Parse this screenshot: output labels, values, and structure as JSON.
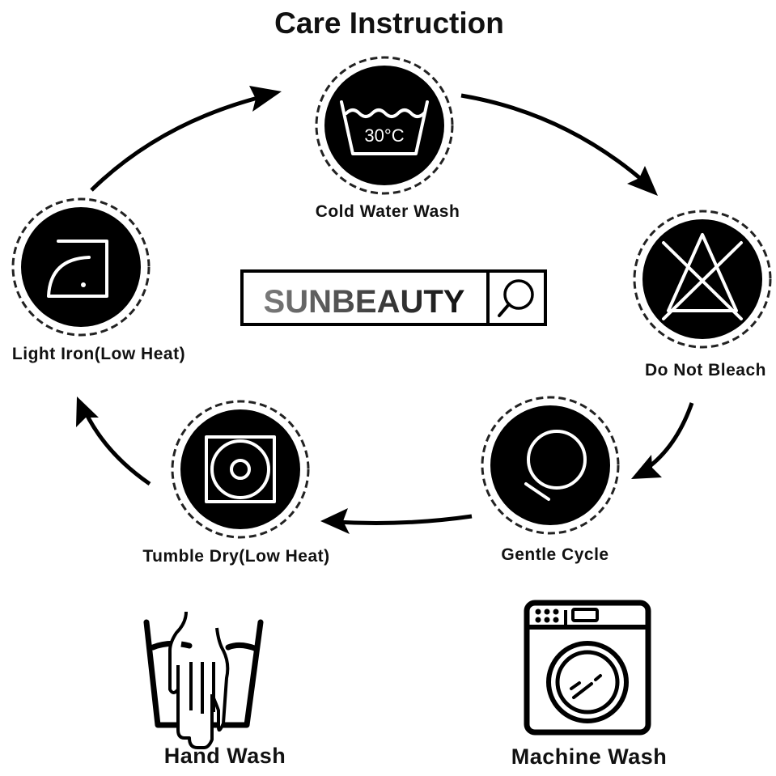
{
  "title": "Care Instruction",
  "brand": {
    "name": "SUNBEAUTY",
    "icon": "search-icon"
  },
  "cycle": [
    {
      "label": "Cold Water Wash",
      "icon": "wash-tub-icon",
      "temperature": "30°C"
    },
    {
      "label": "Do Not Bleach",
      "icon": "no-bleach-icon"
    },
    {
      "label": "Gentle Cycle",
      "icon": "gentle-cycle-icon"
    },
    {
      "label": "Tumble Dry(Low Heat)",
      "icon": "tumble-dry-icon"
    },
    {
      "label": "Light Iron(Low Heat)",
      "icon": "iron-icon"
    }
  ],
  "bottom": [
    {
      "label": "Hand Wash",
      "icon": "hand-wash-icon"
    },
    {
      "label": "Machine Wash",
      "icon": "washing-machine-icon"
    }
  ]
}
